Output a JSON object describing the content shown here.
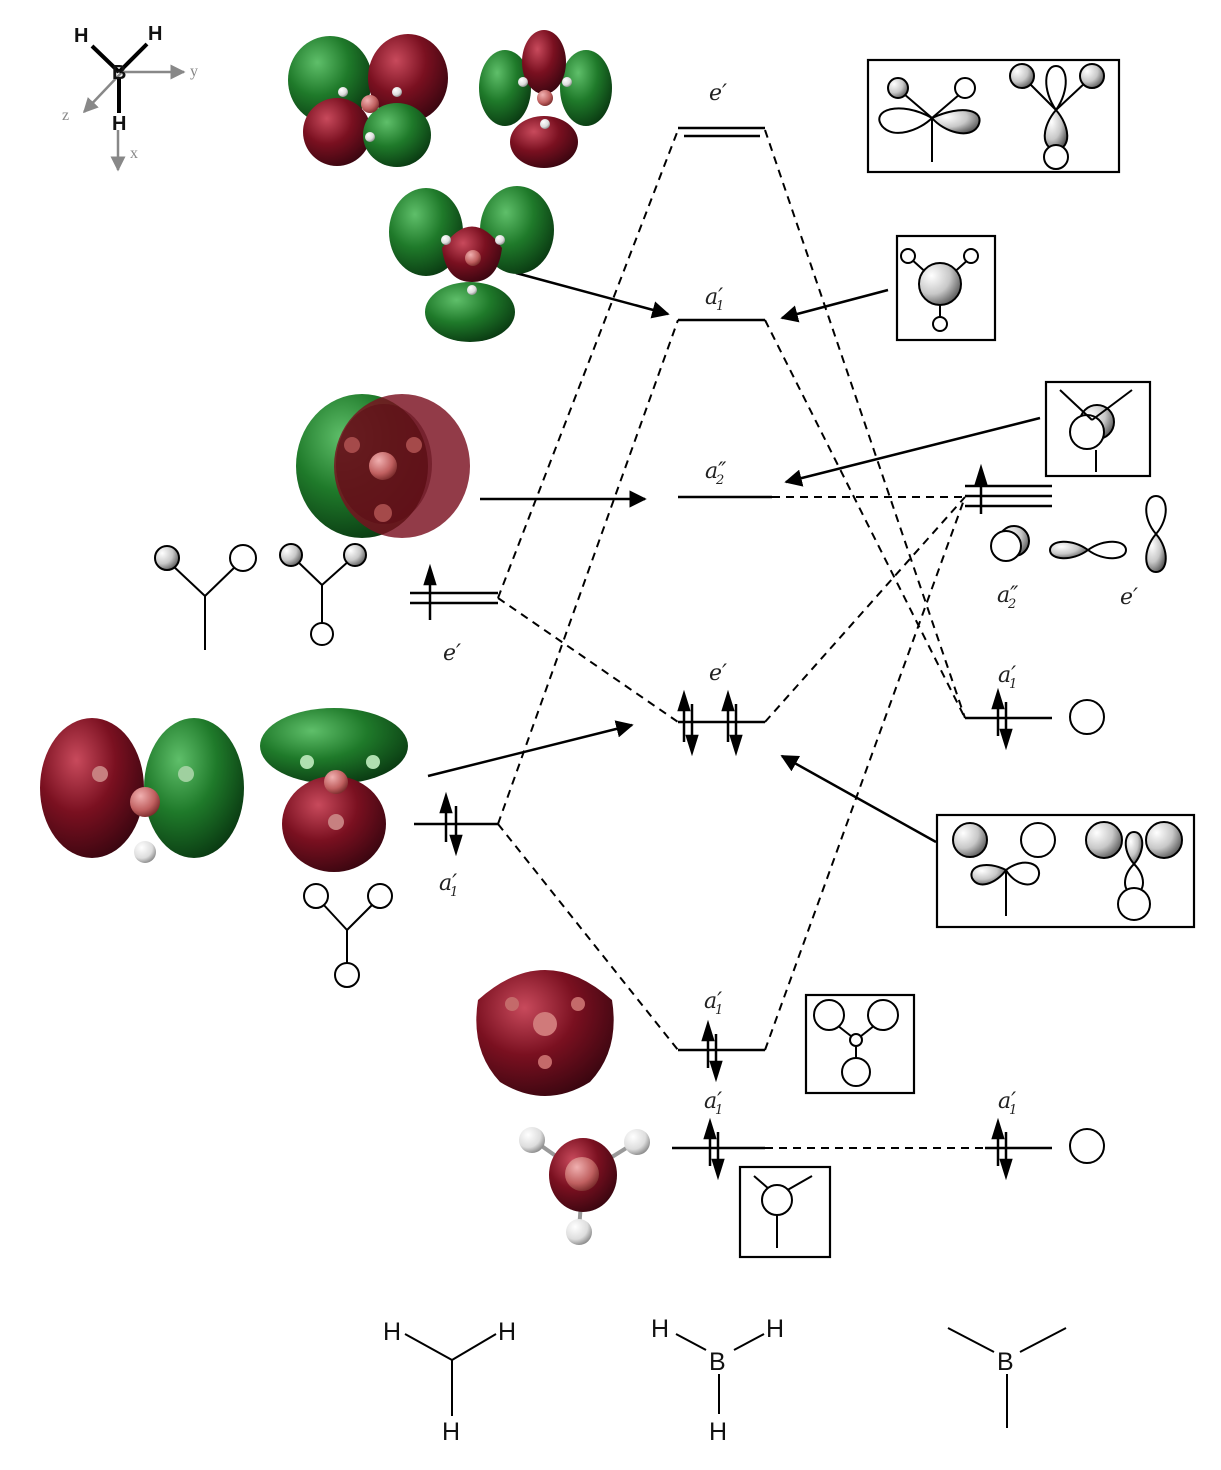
{
  "levels": {
    "mo_e_prime_top": {
      "sym": "e",
      "prime": "′",
      "sub": ""
    },
    "mo_a1_prime_upper": {
      "sym": "a",
      "prime": "′",
      "sub": "1"
    },
    "mo_a2_dprime": {
      "sym": "a",
      "prime": "″",
      "sub": "2"
    },
    "mo_e_prime_mid": {
      "sym": "e",
      "prime": "′",
      "sub": ""
    },
    "mo_a1_prime_lower": {
      "sym": "a",
      "prime": "′",
      "sub": "1"
    },
    "mo_a1_prime_bottom": {
      "sym": "a",
      "prime": "′",
      "sub": "1"
    },
    "h3_e_prime": {
      "sym": "e",
      "prime": "′",
      "sub": ""
    },
    "h3_a1_prime": {
      "sym": "a",
      "prime": "′",
      "sub": "1"
    },
    "b_a2_dprime": {
      "sym": "a",
      "prime": "″",
      "sub": "2"
    },
    "b_e_prime": {
      "sym": "e",
      "prime": "′",
      "sub": ""
    },
    "b_a1_prime_2s": {
      "sym": "a",
      "prime": "′",
      "sub": "1"
    },
    "b_a1_prime_1s": {
      "sym": "a",
      "prime": "′",
      "sub": "1"
    }
  },
  "axes": {
    "atom_b": "B",
    "atom_h1": "H",
    "atom_h2": "H",
    "atom_h3": "H",
    "x": "x",
    "y": "y",
    "z": "z"
  },
  "bottom_structures": {
    "h3": {
      "h1": "H",
      "h2": "H",
      "h3": "H"
    },
    "bh3": {
      "b": "B",
      "h1": "H",
      "h2": "H",
      "h3": "H"
    },
    "b": {
      "b": "B"
    }
  },
  "colors": {
    "orbital_red": "#7a1020",
    "orbital_green": "#1f7a2a",
    "boron_pink": "#c06060",
    "line": "#000000"
  }
}
